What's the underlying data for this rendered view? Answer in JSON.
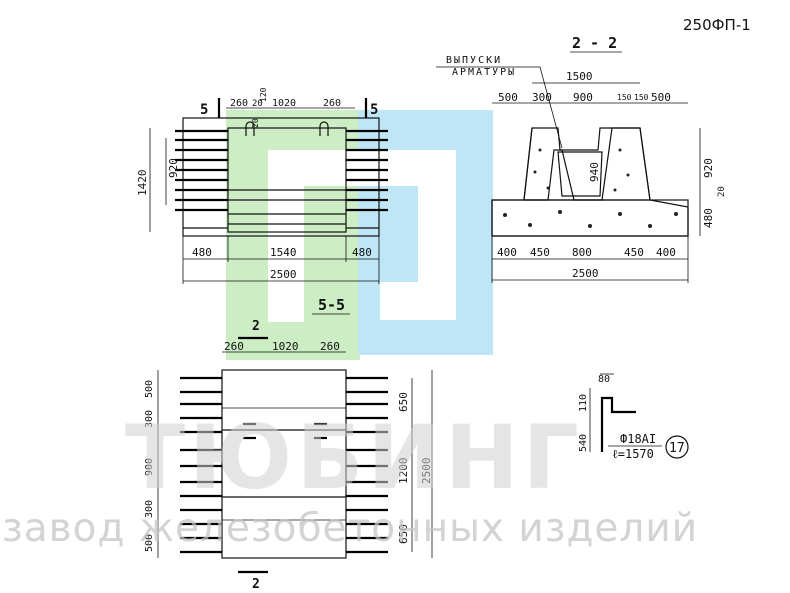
{
  "sheet_code": "250ФП-1",
  "watermark": {
    "brand": "ТЮБИНГ",
    "subtitle": "завод железобетонных изделий",
    "logo_color_green": "#cdeec4",
    "logo_color_blue": "#bfe6f7"
  },
  "plan_view": {
    "section_mark_left": "5",
    "section_mark_right": "5",
    "dim_top": [
      "260",
      "20",
      "1020",
      "260",
      "20",
      "120"
    ],
    "dim_left_outer": "1420",
    "dim_left_inner": "920",
    "dim_bottom": [
      "480",
      "1540",
      "480"
    ],
    "dim_total": "2500"
  },
  "section_2_2": {
    "title": "2 - 2",
    "callout": [
      "ВЫПУСКИ",
      "АРМАТУРЫ"
    ],
    "dim_top_total": "1500",
    "dim_top": [
      "500",
      "300",
      "900",
      "150",
      "150",
      "500"
    ],
    "dim_inner_height": "940",
    "dim_right": [
      "920",
      "20",
      "480"
    ],
    "dim_bottom": [
      "400",
      "450",
      "800",
      "450",
      "400"
    ],
    "dim_total": "2500"
  },
  "section_5_5": {
    "title": "5-5",
    "cut_mark_top": "2",
    "cut_mark_bottom": "2",
    "dim_top": [
      "260",
      "1020",
      "260"
    ],
    "dim_left": [
      "500",
      "300",
      "900",
      "300",
      "500"
    ],
    "dim_right_inner": [
      "650",
      "1200",
      "650"
    ],
    "dim_right_total": "2500"
  },
  "rebar_detail": {
    "dim_top": "80",
    "dim_hook": "110",
    "dim_length": "540",
    "bar_spec": "Ф18АI",
    "bar_length": "ℓ=1570",
    "position_number": "17"
  }
}
